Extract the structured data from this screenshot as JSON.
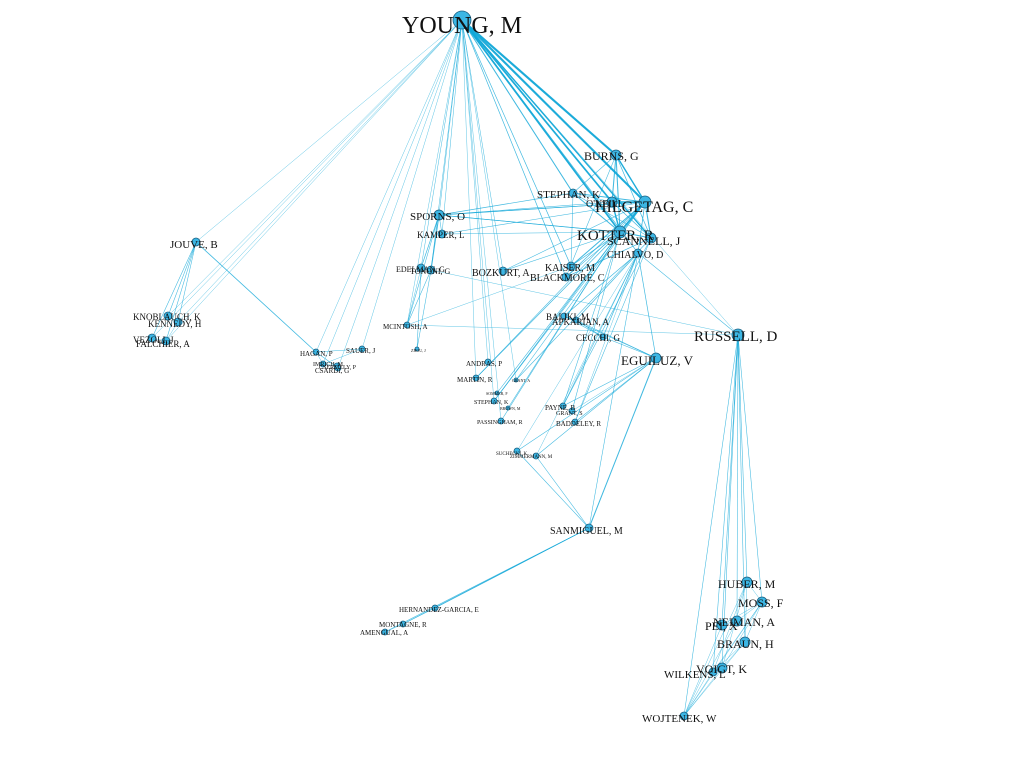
{
  "colors": {
    "edge": "#12a8d8",
    "node_fill": "#3cb6e4",
    "node_stroke": "#1a5f80",
    "label": "#111111"
  },
  "nodes": [
    {
      "id": "young",
      "label": "YOUNG, M"
    },
    {
      "id": "burns",
      "label": "BURNS, G"
    },
    {
      "id": "stephan_k",
      "label": "STEPHAN, K"
    },
    {
      "id": "oneill",
      "label": "O'NEILL"
    },
    {
      "id": "hilgetag",
      "label": "HILGETAG, C"
    },
    {
      "id": "sporns",
      "label": "SPORNS, O"
    },
    {
      "id": "kotter",
      "label": "KOTTER, R"
    },
    {
      "id": "scannell",
      "label": "SCANNELL, J"
    },
    {
      "id": "kamper",
      "label": "KAMPER, L"
    },
    {
      "id": "chialvo",
      "label": "CHIALVO, D"
    },
    {
      "id": "jouve",
      "label": "JOUVE, B"
    },
    {
      "id": "edelman",
      "label": "EDELMAN, G"
    },
    {
      "id": "tononi",
      "label": "TONONI, G"
    },
    {
      "id": "kaiser",
      "label": "KAISER, M"
    },
    {
      "id": "bozkurt",
      "label": "BOZKURT, A"
    },
    {
      "id": "blackmore",
      "label": "BLACKMORE, C"
    },
    {
      "id": "knoblauch",
      "label": "KNOBLAUCH, K"
    },
    {
      "id": "kennedy",
      "label": "KENNEDY, H"
    },
    {
      "id": "vezoli",
      "label": "VEZOLI, J"
    },
    {
      "id": "falchier",
      "label": "FALCHIER, A"
    },
    {
      "id": "mcintosh",
      "label": "MCINTOSH, A"
    },
    {
      "id": "baliki",
      "label": "BALIKI, M"
    },
    {
      "id": "apkarian",
      "label": "APKARIAN, A"
    },
    {
      "id": "russell",
      "label": "RUSSELL, D"
    },
    {
      "id": "cecchi",
      "label": "CECCHI, G"
    },
    {
      "id": "hagan",
      "label": "HAGAN, P"
    },
    {
      "id": "sauer",
      "label": "SAUER, J"
    },
    {
      "id": "zhou",
      "label": "ZHOU, J"
    },
    {
      "id": "imrich",
      "label": "IMRICH, M"
    },
    {
      "id": "csermely",
      "label": "CSERMELY, P"
    },
    {
      "id": "csardi",
      "label": "CSARDI, G"
    },
    {
      "id": "eguiluz",
      "label": "EGUILUZ, V"
    },
    {
      "id": "andras",
      "label": "ANDRAS, P"
    },
    {
      "id": "martin",
      "label": "MARTIN, R"
    },
    {
      "id": "grant",
      "label": "GRANT, A"
    },
    {
      "id": "sommer",
      "label": "SOMMER, F"
    },
    {
      "id": "stephan_e",
      "label": "STEPHAN, K"
    },
    {
      "id": "brown",
      "label": "BROWN, M"
    },
    {
      "id": "payne",
      "label": "PAYNE, B"
    },
    {
      "id": "grant_s",
      "label": "GRANT, S"
    },
    {
      "id": "passingham",
      "label": "PASSINGHAM, R"
    },
    {
      "id": "baddeley",
      "label": "BADDELEY, R"
    },
    {
      "id": "suchecki",
      "label": "SUCHECKI, K"
    },
    {
      "id": "zimmermann",
      "label": "ZIMMERMANN, M"
    },
    {
      "id": "sanmiguel",
      "label": "SANMIGUEL, M"
    },
    {
      "id": "hernandez",
      "label": "HERNANDEZ-GARCIA, E"
    },
    {
      "id": "montagne",
      "label": "MONTAGNE, R"
    },
    {
      "id": "amengual",
      "label": "AMENGUAL, A"
    },
    {
      "id": "huber",
      "label": "HUBER, M"
    },
    {
      "id": "moss",
      "label": "MOSS, F"
    },
    {
      "id": "neiman",
      "label": "NEIMAN, A"
    },
    {
      "id": "pei",
      "label": "PEI, X"
    },
    {
      "id": "braun",
      "label": "BRAUN, H"
    },
    {
      "id": "voigt",
      "label": "VOIGT, K"
    },
    {
      "id": "wilkens",
      "label": "WILKENS, L"
    },
    {
      "id": "wojtenek",
      "label": "WOJTENEK, W"
    }
  ],
  "edges": [
    [
      "young",
      "burns",
      3
    ],
    [
      "young",
      "hilgetag",
      3
    ],
    [
      "young",
      "oneill",
      2.5
    ],
    [
      "young",
      "kotter",
      2.5
    ],
    [
      "young",
      "scannell",
      2
    ],
    [
      "young",
      "stephan_k",
      1.5
    ],
    [
      "young",
      "chialvo",
      1
    ],
    [
      "young",
      "blackmore",
      1
    ],
    [
      "young",
      "kaiser",
      1
    ],
    [
      "young",
      "bozkurt",
      0.7
    ],
    [
      "young",
      "sporns",
      0.7
    ],
    [
      "young",
      "kamper",
      0.7
    ],
    [
      "young",
      "edelman",
      0.7
    ],
    [
      "young",
      "tononi",
      0.7
    ],
    [
      "young",
      "jouve",
      0.6
    ],
    [
      "young",
      "knoblauch",
      0.6
    ],
    [
      "young",
      "kennedy",
      0.6
    ],
    [
      "young",
      "vezoli",
      0.6
    ],
    [
      "young",
      "falchier",
      0.6
    ],
    [
      "young",
      "hagan",
      0.6
    ],
    [
      "young",
      "sauer",
      0.6
    ],
    [
      "young",
      "imrich",
      0.6
    ],
    [
      "young",
      "csardi",
      0.6
    ],
    [
      "young",
      "mcintosh",
      0.6
    ],
    [
      "young",
      "andras",
      0.6
    ],
    [
      "young",
      "martin",
      0.6
    ],
    [
      "young",
      "passingham",
      0.6
    ],
    [
      "young",
      "stephan_e",
      0.6
    ],
    [
      "young",
      "grant",
      0.6
    ],
    [
      "young",
      "russell",
      0.6
    ],
    [
      "burns",
      "hilgetag",
      2
    ],
    [
      "burns",
      "oneill",
      1.5
    ],
    [
      "burns",
      "kotter",
      1.5
    ],
    [
      "burns",
      "scannell",
      1
    ],
    [
      "burns",
      "stephan_k",
      0.8
    ],
    [
      "burns",
      "blackmore",
      0.8
    ],
    [
      "burns",
      "young",
      0.5
    ],
    [
      "hilgetag",
      "kotter",
      2.5
    ],
    [
      "hilgetag",
      "oneill",
      2
    ],
    [
      "hilgetag",
      "scannell",
      1.5
    ],
    [
      "hilgetag",
      "stephan_k",
      1.5
    ],
    [
      "hilgetag",
      "sporns",
      1
    ],
    [
      "hilgetag",
      "kaiser",
      1.5
    ],
    [
      "hilgetag",
      "kamper",
      0.8
    ],
    [
      "hilgetag",
      "bozkurt",
      0.8
    ],
    [
      "hilgetag",
      "blackmore",
      1
    ],
    [
      "hilgetag",
      "chialvo",
      0.8
    ],
    [
      "hilgetag",
      "stephan_e",
      0.8
    ],
    [
      "hilgetag",
      "martin",
      0.8
    ],
    [
      "hilgetag",
      "grant",
      0.8
    ],
    [
      "kotter",
      "oneill",
      2
    ],
    [
      "kotter",
      "scannell",
      1.5
    ],
    [
      "kotter",
      "stephan_k",
      1.5
    ],
    [
      "kotter",
      "sporns",
      1
    ],
    [
      "kotter",
      "kaiser",
      1
    ],
    [
      "kotter",
      "bozkurt",
      0.8
    ],
    [
      "kotter",
      "blackmore",
      0.8
    ],
    [
      "kotter",
      "kamper",
      0.8
    ],
    [
      "kotter",
      "stephan_e",
      1
    ],
    [
      "kotter",
      "martin",
      1
    ],
    [
      "kotter",
      "payne",
      0.8
    ],
    [
      "kotter",
      "grant_s",
      0.8
    ],
    [
      "kotter",
      "passingham",
      0.8
    ],
    [
      "kotter",
      "sommer",
      0.8
    ],
    [
      "kotter",
      "brown",
      0.8
    ],
    [
      "scannell",
      "blackmore",
      1
    ],
    [
      "scannell",
      "oneill",
      1
    ],
    [
      "scannell",
      "stephan_k",
      0.8
    ],
    [
      "scannell",
      "baddeley",
      0.8
    ],
    [
      "scannell",
      "grant",
      0.8
    ],
    [
      "scannell",
      "payne",
      0.8
    ],
    [
      "stephan_k",
      "sporns",
      1
    ],
    [
      "stephan_k",
      "kaiser",
      0.8
    ],
    [
      "stephan_k",
      "oneill",
      0.8
    ],
    [
      "sporns",
      "edelman",
      1
    ],
    [
      "sporns",
      "tononi",
      1.5
    ],
    [
      "sporns",
      "kamper",
      0.8
    ],
    [
      "sporns",
      "mcintosh",
      0.8
    ],
    [
      "sporns",
      "kotter",
      0.8
    ],
    [
      "sporns",
      "hilgetag",
      0.8
    ],
    [
      "sporns",
      "oneill",
      0.8
    ],
    [
      "tononi",
      "edelman",
      1.5
    ],
    [
      "tononi",
      "mcintosh",
      0.8
    ],
    [
      "tononi",
      "zhou",
      0.8
    ],
    [
      "edelman",
      "zhou",
      0.8
    ],
    [
      "edelman",
      "mcintosh",
      0.6
    ],
    [
      "chialvo",
      "baliki",
      1
    ],
    [
      "chialvo",
      "apkarian",
      1
    ],
    [
      "chialvo",
      "cecchi",
      1
    ],
    [
      "chialvo",
      "eguiluz",
      1
    ],
    [
      "chialvo",
      "russell",
      0.8
    ],
    [
      "chialvo",
      "sanmiguel",
      0.8
    ],
    [
      "chialvo",
      "hilgetag",
      0.8
    ],
    [
      "chialvo",
      "suchecki",
      0.6
    ],
    [
      "chialvo",
      "zimmermann",
      0.6
    ],
    [
      "chialvo",
      "payne",
      0.8
    ],
    [
      "chialvo",
      "baddeley",
      0.6
    ],
    [
      "baliki",
      "apkarian",
      1
    ],
    [
      "baliki",
      "cecchi",
      1
    ],
    [
      "cecchi",
      "apkarian",
      1
    ],
    [
      "cecchi",
      "eguiluz",
      0.8
    ],
    [
      "eguiluz",
      "sanmiguel",
      1.5
    ],
    [
      "eguiluz",
      "baliki",
      0.8
    ],
    [
      "eguiluz",
      "apkarian",
      0.8
    ],
    [
      "eguiluz",
      "suchecki",
      0.8
    ],
    [
      "eguiluz",
      "zimmermann",
      0.8
    ],
    [
      "eguiluz",
      "payne",
      0.8
    ],
    [
      "eguiluz",
      "baddeley",
      0.8
    ],
    [
      "eguiluz",
      "grant_s",
      0.6
    ],
    [
      "sanmiguel",
      "suchecki",
      0.8
    ],
    [
      "sanmiguel",
      "zimmermann",
      0.8
    ],
    [
      "sanmiguel",
      "hernandez",
      1
    ],
    [
      "sanmiguel",
      "montagne",
      1
    ],
    [
      "sanmiguel",
      "amengual",
      1
    ],
    [
      "hernandez",
      "montagne",
      0.6
    ],
    [
      "montagne",
      "amengual",
      0.6
    ],
    [
      "jouve",
      "knoblauch",
      0.8
    ],
    [
      "jouve",
      "kennedy",
      0.8
    ],
    [
      "jouve",
      "falchier",
      0.8
    ],
    [
      "jouve",
      "vezoli",
      0.8
    ],
    [
      "jouve",
      "hagan",
      1.2
    ],
    [
      "kennedy",
      "knoblauch",
      0.6
    ],
    [
      "kennedy",
      "falchier",
      0.6
    ],
    [
      "vezoli",
      "falchier",
      0.6
    ],
    [
      "hagan",
      "sauer",
      0.8
    ],
    [
      "hagan",
      "csardi",
      0.8
    ],
    [
      "hagan",
      "imrich",
      0.6
    ],
    [
      "sauer",
      "imrich",
      0.6
    ],
    [
      "csardi",
      "csermely",
      0.6
    ],
    [
      "imrich",
      "csermely",
      0.6
    ],
    [
      "mcintosh",
      "russell",
      0.6
    ],
    [
      "kaiser",
      "mcintosh",
      0.6
    ],
    [
      "tononi",
      "russell",
      0.6
    ],
    [
      "russell",
      "huber",
      0.8
    ],
    [
      "russell",
      "moss",
      0.8
    ],
    [
      "russell",
      "neiman",
      0.8
    ],
    [
      "russell",
      "pei",
      0.8
    ],
    [
      "russell",
      "braun",
      0.8
    ],
    [
      "russell",
      "voigt",
      0.8
    ],
    [
      "russell",
      "wilkens",
      0.8
    ],
    [
      "russell",
      "wojtenek",
      0.8
    ],
    [
      "moss",
      "huber",
      0.6
    ],
    [
      "moss",
      "neiman",
      0.6
    ],
    [
      "moss",
      "pei",
      0.6
    ],
    [
      "moss",
      "braun",
      0.6
    ],
    [
      "moss",
      "voigt",
      0.6
    ],
    [
      "moss",
      "wilkens",
      0.6
    ],
    [
      "moss",
      "wojtenek",
      0.6
    ],
    [
      "huber",
      "braun",
      0.6
    ],
    [
      "huber",
      "voigt",
      0.6
    ],
    [
      "huber",
      "wojtenek",
      0.6
    ],
    [
      "huber",
      "wilkens",
      0.6
    ],
    [
      "braun",
      "voigt",
      0.6
    ],
    [
      "braun",
      "wilkens",
      0.6
    ],
    [
      "braun",
      "wojtenek",
      0.6
    ],
    [
      "neiman",
      "pei",
      0.6
    ],
    [
      "neiman",
      "wojtenek",
      0.6
    ],
    [
      "pei",
      "wojtenek",
      0.6
    ],
    [
      "voigt",
      "wojtenek",
      0.6
    ],
    [
      "wilkens",
      "wojtenek",
      0.6
    ]
  ]
}
